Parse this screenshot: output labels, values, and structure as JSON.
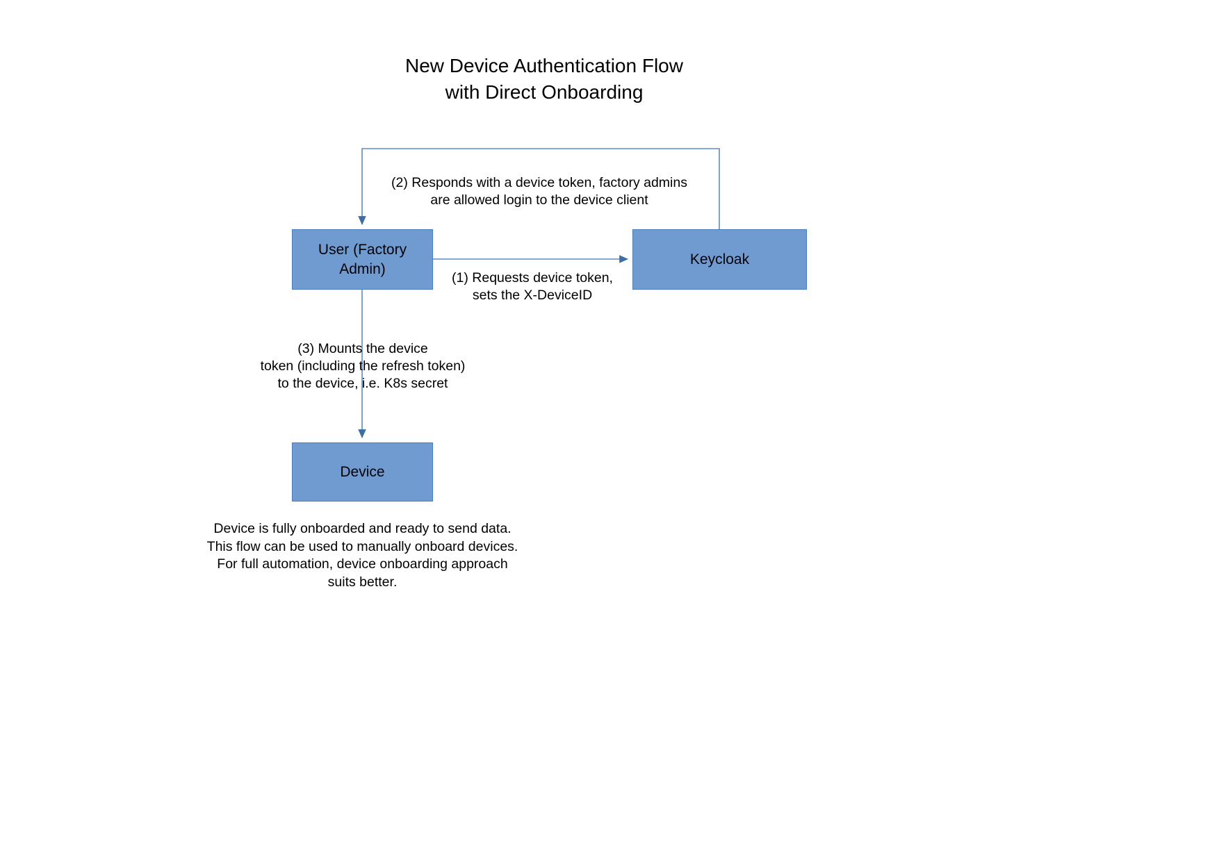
{
  "diagram": {
    "title": "New Device Authentication Flow\nwith Direct Onboarding",
    "background_color": "#ffffff",
    "node_fill_color": "#6f9bd1",
    "node_border_color": "#4a7ebb",
    "connector_color": "#4a7ebb",
    "text_color": "#000000",
    "nodes": [
      {
        "id": "user",
        "label": "User (Factory\nAdmin)"
      },
      {
        "id": "keycloak",
        "label": "Keycloak"
      },
      {
        "id": "device",
        "label": "Device"
      }
    ],
    "edges": [
      {
        "id": "step1",
        "from": "user",
        "to": "keycloak",
        "label": "(1) Requests device token,\nsets the X-DeviceID"
      },
      {
        "id": "step2",
        "from": "keycloak",
        "to": "user",
        "label": "(2) Responds with a device token, factory admins\nare allowed login to the device client"
      },
      {
        "id": "step3",
        "from": "user",
        "to": "device",
        "label": "(3) Mounts the device\ntoken (including the refresh token)\nto the device, i.e. K8s secret"
      }
    ],
    "footer_note": "Device is fully onboarded and ready to send data.\nThis flow can be used to manually onboard devices.\nFor full automation, device onboarding approach\nsuits better."
  }
}
